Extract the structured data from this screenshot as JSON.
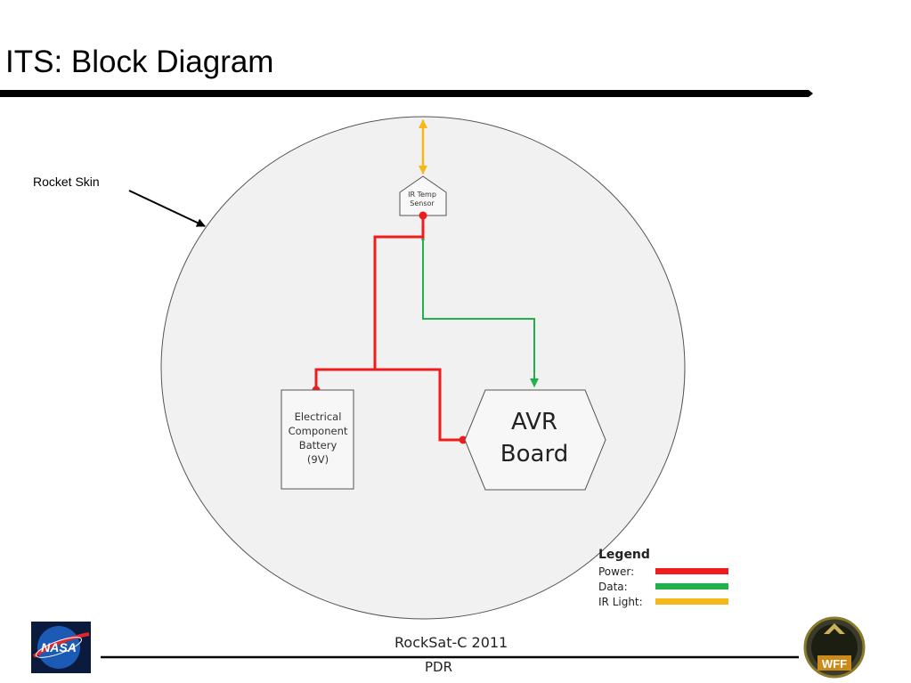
{
  "slide": {
    "title": "ITS: Block Diagram"
  },
  "diagram": {
    "rocket_skin_label": "Rocket Skin",
    "sensor_line1": "IR Temp",
    "sensor_line2": "Sensor",
    "battery_line1": "Electrical",
    "battery_line2": "Component",
    "battery_line3": "Battery",
    "battery_line4": "(9V)",
    "avr_line1": "AVR",
    "avr_line2": "Board"
  },
  "legend": {
    "title": "Legend",
    "items": [
      {
        "label": "Power:",
        "color": "#ee1c1c"
      },
      {
        "label": "Data:",
        "color": "#1fb24b"
      },
      {
        "label": "IR Light:",
        "color": "#f5b819"
      }
    ]
  },
  "footer": {
    "line1": "RockSat-C 2011",
    "line2": "PDR",
    "left_logo": "NASA",
    "right_logo": "WFF"
  }
}
